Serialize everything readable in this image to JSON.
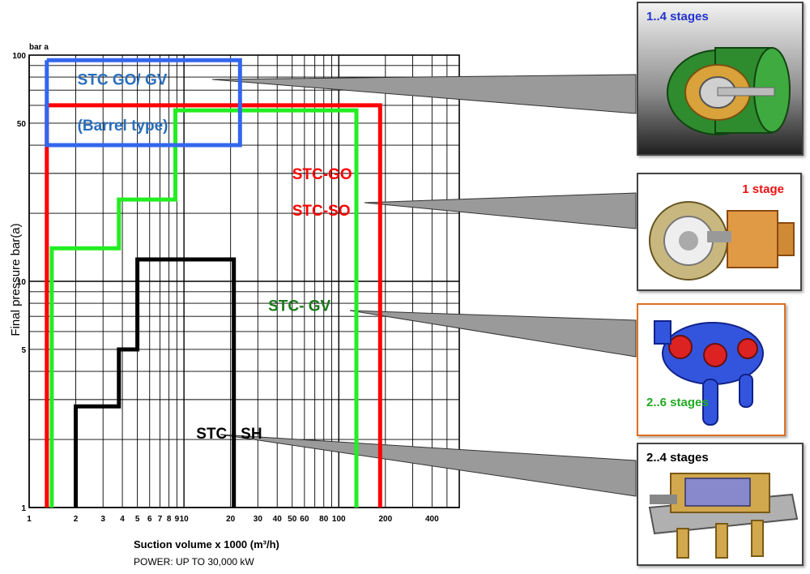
{
  "chart_data": {
    "type": "line",
    "x_scale": "log",
    "y_scale": "log",
    "xlabel": "Suction volume x 1000  (m³/h)",
    "ylabel": "Final pressure bar(a)",
    "y_unit_label": "bar a",
    "subcaption": "POWER: UP TO 30,000 kW",
    "xlim": [
      1,
      600
    ],
    "ylim": [
      1,
      100
    ],
    "grid": true,
    "x_tick_labels": [
      {
        "v": 1,
        "t": "1"
      },
      {
        "v": 2,
        "t": "2"
      },
      {
        "v": 3,
        "t": "3"
      },
      {
        "v": 4,
        "t": "4"
      },
      {
        "v": 5,
        "t": "5"
      },
      {
        "v": 6,
        "t": "6"
      },
      {
        "v": 7,
        "t": "7"
      },
      {
        "v": 8,
        "t": "8"
      },
      {
        "v": 9,
        "t": "9"
      },
      {
        "v": 10,
        "t": "10"
      },
      {
        "v": 20,
        "t": "20"
      },
      {
        "v": 30,
        "t": "30"
      },
      {
        "v": 40,
        "t": "40"
      },
      {
        "v": 50,
        "t": "50"
      },
      {
        "v": 60,
        "t": "60"
      },
      {
        "v": 80,
        "t": "80"
      },
      {
        "v": 100,
        "t": "100"
      },
      {
        "v": 200,
        "t": "200"
      },
      {
        "v": 400,
        "t": "400"
      }
    ],
    "y_tick_labels": [
      {
        "v": 1,
        "t": "1"
      },
      {
        "v": 5,
        "t": "5"
      },
      {
        "v": 10,
        "t": "10"
      },
      {
        "v": 50,
        "t": "50"
      },
      {
        "v": 100,
        "t": "100"
      }
    ],
    "series": [
      {
        "key": "black",
        "color": "#000000",
        "points": [
          [
            2,
            1
          ],
          [
            2,
            2.8
          ],
          [
            3.8,
            2.8
          ],
          [
            3.8,
            5
          ],
          [
            5,
            5
          ],
          [
            5,
            12.5
          ],
          [
            21,
            12.5
          ],
          [
            21,
            1
          ]
        ]
      },
      {
        "key": "green",
        "color": "#22ee22",
        "points": [
          [
            1.4,
            1
          ],
          [
            1.4,
            14
          ],
          [
            3.8,
            14
          ],
          [
            3.8,
            23
          ],
          [
            8.8,
            23
          ],
          [
            8.8,
            57
          ],
          [
            130,
            57
          ],
          [
            130,
            1
          ]
        ]
      },
      {
        "key": "red",
        "color": "#ff0000",
        "points": [
          [
            1.3,
            1
          ],
          [
            1.3,
            60
          ],
          [
            185,
            60
          ],
          [
            185,
            1
          ]
        ]
      },
      {
        "key": "blue",
        "color": "#3366ee",
        "points": [
          [
            1.3,
            95
          ],
          [
            23,
            95
          ],
          [
            23,
            40
          ],
          [
            1.3,
            40
          ],
          [
            1.3,
            95
          ]
        ]
      }
    ],
    "annotations": [
      {
        "key": "ann_gogv",
        "text": "STC GO/ GV",
        "color": "#2a6ebd",
        "x": 2.05,
        "y": 74
      },
      {
        "key": "ann_barrel",
        "text": "(Barrel type)",
        "color": "#2a6ebd",
        "x": 2.05,
        "y": 46.5
      },
      {
        "key": "ann_go",
        "text": "STC-GO",
        "color": "#ff0000",
        "x": 50,
        "y": 28.3
      },
      {
        "key": "ann_so",
        "text": "STC-SO",
        "color": "#ff0000",
        "x": 50,
        "y": 19.5
      },
      {
        "key": "ann_gv",
        "text": "STC- GV",
        "color": "#1a7a1a",
        "x": 35,
        "y": 7.4
      },
      {
        "key": "ann_sh",
        "text": "STC - SH",
        "color": "#000000",
        "x": 12,
        "y": 2.02
      }
    ]
  },
  "image_panels": [
    {
      "label": "1..4 stages",
      "label_color": "#2233cc"
    },
    {
      "label": "1 stage",
      "label_color": "#ee1111"
    },
    {
      "label": "2..6 stages",
      "label_color": "#22aa22"
    },
    {
      "label": "2..4 stages",
      "label_color": "#000000"
    }
  ]
}
